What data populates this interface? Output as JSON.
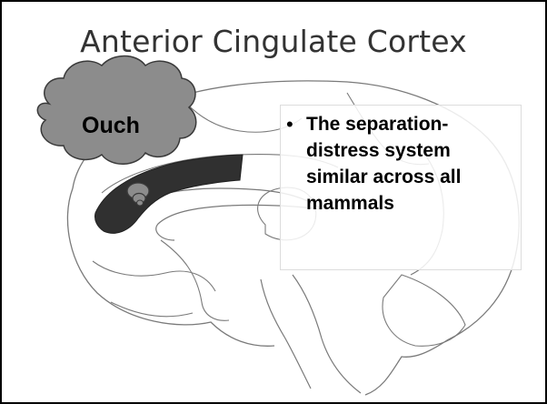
{
  "title": "Anterior Cingulate Cortex",
  "bullet": {
    "marker": "•",
    "text": "The separation-distress system similar across all mammals"
  },
  "thought_bubble": {
    "label": "Ouch",
    "fill": "#8c8c8c"
  },
  "highlight_region": {
    "name": "anterior-cingulate",
    "fill": "#303030"
  },
  "colors": {
    "outline": "#7a7a7a",
    "border": "#000000"
  }
}
